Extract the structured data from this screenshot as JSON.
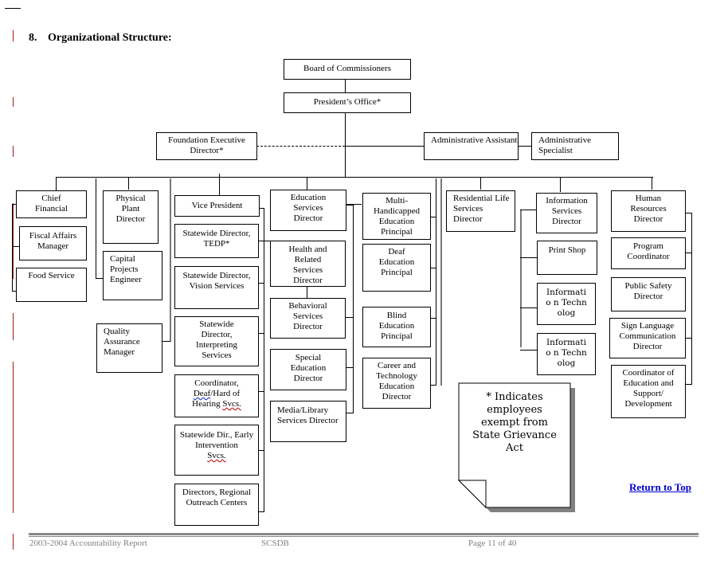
{
  "section": {
    "number": "8.",
    "title": "Organizational Structure:"
  },
  "org": {
    "board": "Board of Commissioners",
    "president": "President’s Office*",
    "foundation": "Foundation Executive Director*",
    "admin_assistant": "Administrative Assistant",
    "admin_specialist": "Administrative Specialist",
    "chief_financial": "Chief Financial",
    "fiscal_affairs": "Fiscal Affairs Manager",
    "food_service": "Food Service",
    "physical_plant": "Physical Plant Director",
    "capital_projects": "Capital Projects Engineer",
    "quality_assurance": "Quality Assurance Manager",
    "vice_president": "Vice President",
    "tedp": "Statewide Director, TEDP*",
    "vision": "Statewide Director, Vision Services",
    "interpreting": "Statewide Director, Interpreting Services",
    "deaf_hoh_line1": "Coordinator,",
    "deaf_hoh_line2a": "Deaf",
    "deaf_hoh_line2b": "/Hard of",
    "deaf_hoh_line3a": "Hearing ",
    "deaf_hoh_line3b": "Svcs.",
    "early_int_line1": "Statewide Dir., Early Intervention",
    "early_int_line2": "Svcs.",
    "outreach": "Directors, Regional Outreach Centers",
    "education_services": "Education Services Director",
    "health_related": "Health and Related Services Director",
    "behavioral": "Behavioral Services Director",
    "special_ed": "Special Education Director",
    "media_library": "Media/Library Services Director",
    "multi_handicapped": "Multi-Handicapped Education Principal",
    "deaf_ed": "Deaf Education Principal",
    "blind_ed": "Blind Education Principal",
    "career_tech": "Career and Technology Education Director",
    "residential": "Residential Life Services Director",
    "info_services": "Information Services Director",
    "print_shop": "Print Shop",
    "info_tech_1": "Informatio n Technolog",
    "info_tech_2": "Informatio n Technolog",
    "human_resources": "Human Resources Director",
    "program_coord": "Program Coordinator",
    "public_safety": "Public Safety Director",
    "sign_language": "Sign Language Communication Director",
    "coord_education": "Coordinator of Education and Support/ Development"
  },
  "note": "* Indicates employees exempt from State Grievance Act",
  "return_link": "Return to Top",
  "footer": {
    "report": "2003-2004 Accountability Report",
    "org": "SCSDB",
    "page": "Page 11 of 40"
  }
}
